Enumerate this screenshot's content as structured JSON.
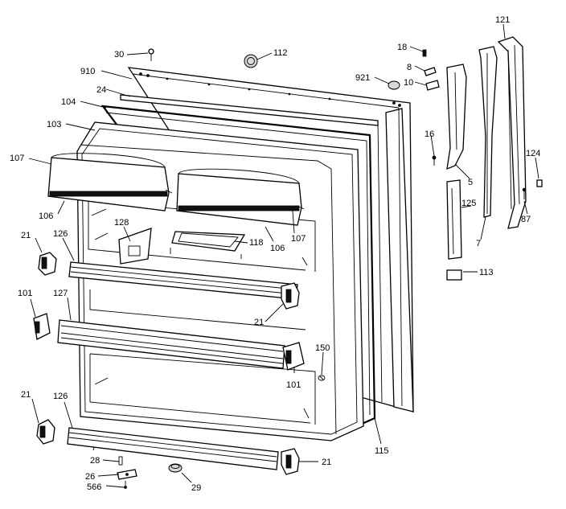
{
  "diagram": {
    "labels": {
      "l30": "30",
      "l112": "112",
      "l910": "910",
      "l24": "24",
      "l104": "104",
      "l103": "103",
      "l107a": "107",
      "l106a": "106",
      "l21a": "21",
      "l126a": "126",
      "l128": "128",
      "l118": "118",
      "l106b": "106",
      "l107b": "107",
      "l101a": "101",
      "l127": "127",
      "l21b": "21",
      "l101b": "101",
      "l150": "150",
      "l21c": "21",
      "l126b": "126",
      "l28": "28",
      "l26": "26",
      "l566": "566",
      "l29": "29",
      "l21d": "21",
      "l115": "115",
      "l18": "18",
      "l8": "8",
      "l921": "921",
      "l10": "10",
      "l16": "16",
      "l5": "5",
      "l121": "121",
      "l124": "124",
      "l125": "125",
      "l87": "87",
      "l7": "7",
      "l113": "113"
    }
  }
}
